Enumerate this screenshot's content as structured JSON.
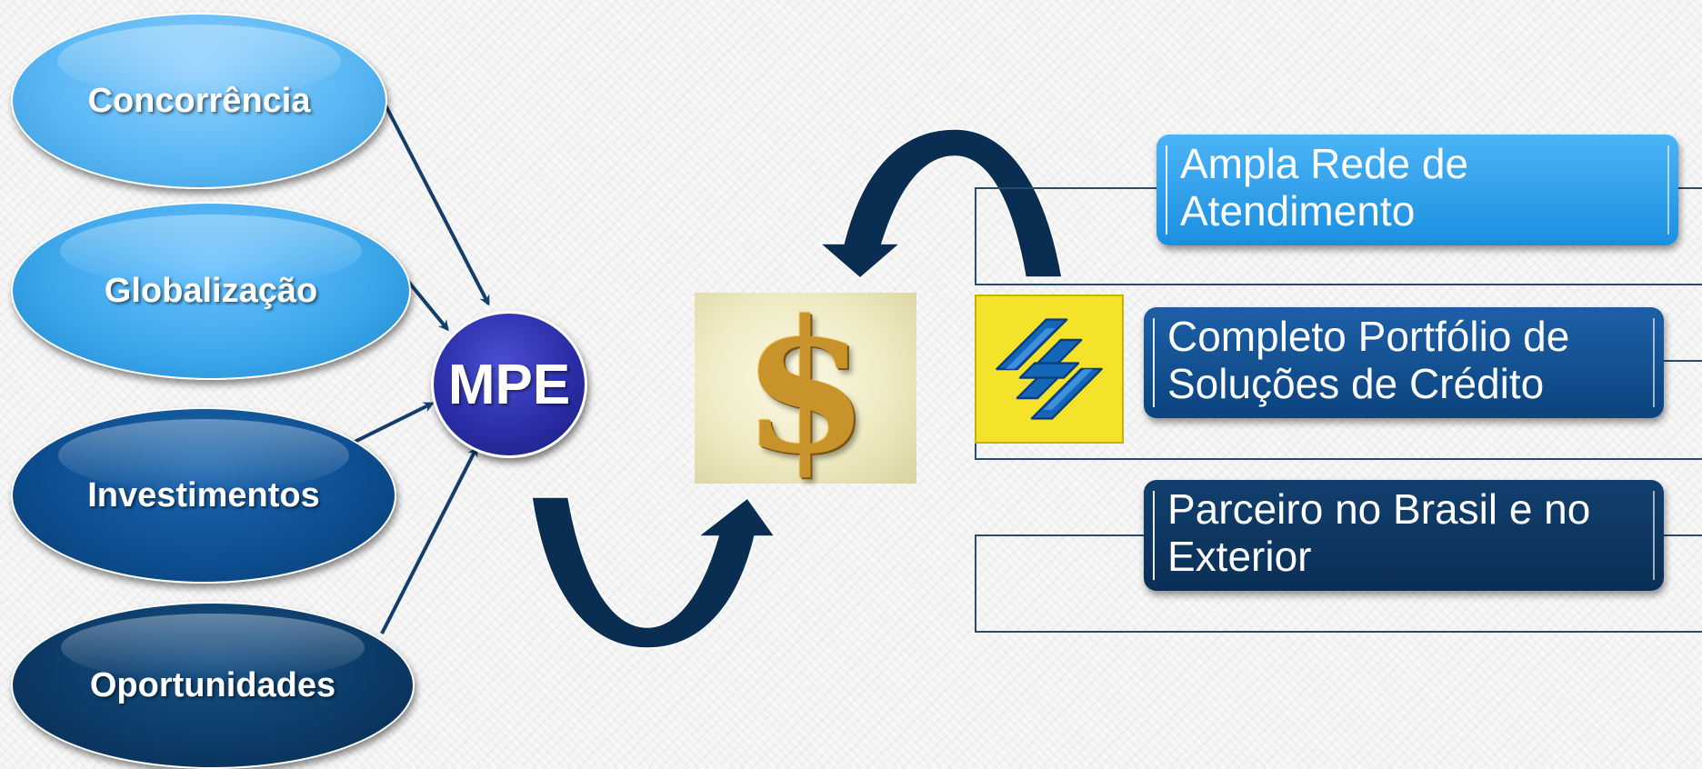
{
  "left_factors": [
    {
      "label": "Concorrência"
    },
    {
      "label": "Globalização"
    },
    {
      "label": "Investimentos"
    },
    {
      "label": "Oportunidades"
    }
  ],
  "center": {
    "label": "MPE"
  },
  "dollar_image": {
    "glyph": "$",
    "icon": "dollar-sign-icon"
  },
  "logo": {
    "icon": "banco-do-brasil-logo",
    "color": "#f4e32a"
  },
  "right_boxes": [
    {
      "label": "Ampla Rede de Atendimento",
      "color": "#2aa3f0"
    },
    {
      "label": "Completo Portfólio de Soluções de Crédito",
      "color": "#0e4e92"
    },
    {
      "label": "Parceiro no Brasil e no Exterior",
      "color": "#0c355f"
    }
  ],
  "colors": {
    "arrow": "#0a2e52",
    "connector": "#123e6b",
    "line": "#2a4a6e"
  }
}
